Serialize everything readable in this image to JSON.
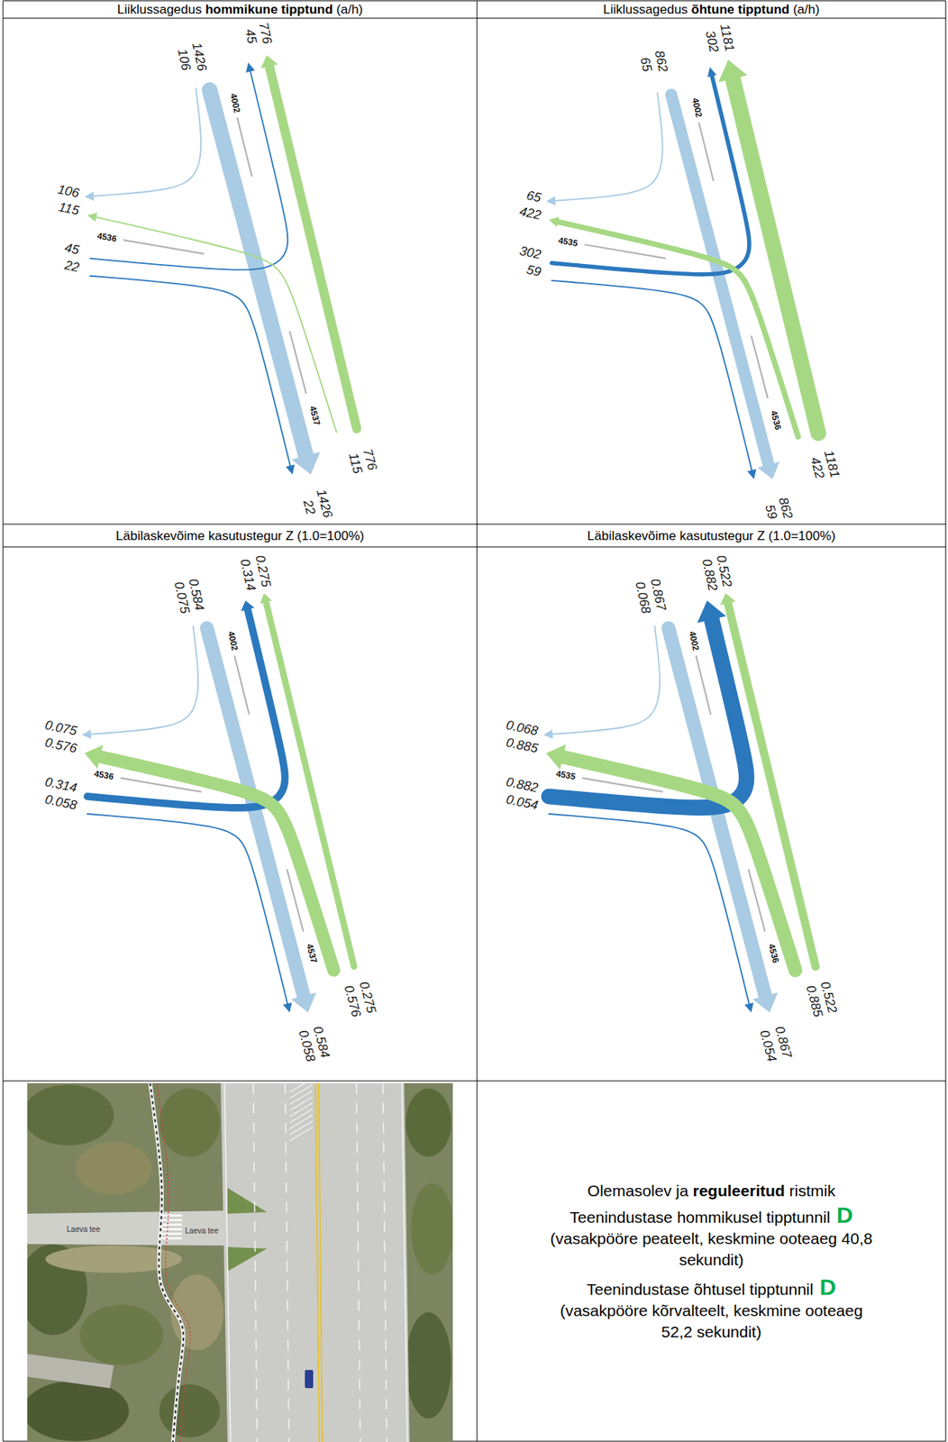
{
  "diagram": {
    "labels": [
      "Liiklussagedus",
      "hommikune tipptund",
      "(a/h)",
      "Liiklussagedus",
      "õhtune tipptund",
      "(a/h)",
      "1426",
      "106",
      "776",
      "45",
      "106",
      "115",
      "45",
      "22",
      "4002",
      "4536",
      "4537",
      "776",
      "115",
      "22",
      "1426",
      "862",
      "65",
      "1181",
      "302",
      "65",
      "422",
      "302",
      "59",
      "4002",
      "4535",
      "4536",
      "1181",
      "422",
      "59",
      "862",
      "Läbilaskevõime kasutustegur Z (1.0=100%)",
      "Läbilaskevõime kasutustegur Z (1.0=100%)",
      "0.584",
      "0.075",
      "0.275",
      "0.314",
      "0.075",
      "0.576",
      "0.314",
      "0.058",
      "4002",
      "4536",
      "4537",
      "0.275",
      "0.576",
      "0.058",
      "0.584",
      "0.867",
      "0.068",
      "0.522",
      "0.882",
      "0.068",
      "0.885",
      "0.882",
      "0.054",
      "4002",
      "4535",
      "4536",
      "0.522",
      "0.885",
      "0.054",
      "0.867",
      "Laeva tee",
      "Laeva tee",
      "Olemasolev ja",
      "reguleeritud",
      "ristmik",
      "Teenindustase hommikusel tipptunnil",
      "D",
      "(vasakpööre peateelt, keskmine ooteaeg 40,8 sekundit)",
      "Teenindustase õhtusel tipptunnil",
      "D",
      "(vasakpööre kõrvalteelt, keskmine ooteaeg 52,2 sekundit)"
    ]
  }
}
